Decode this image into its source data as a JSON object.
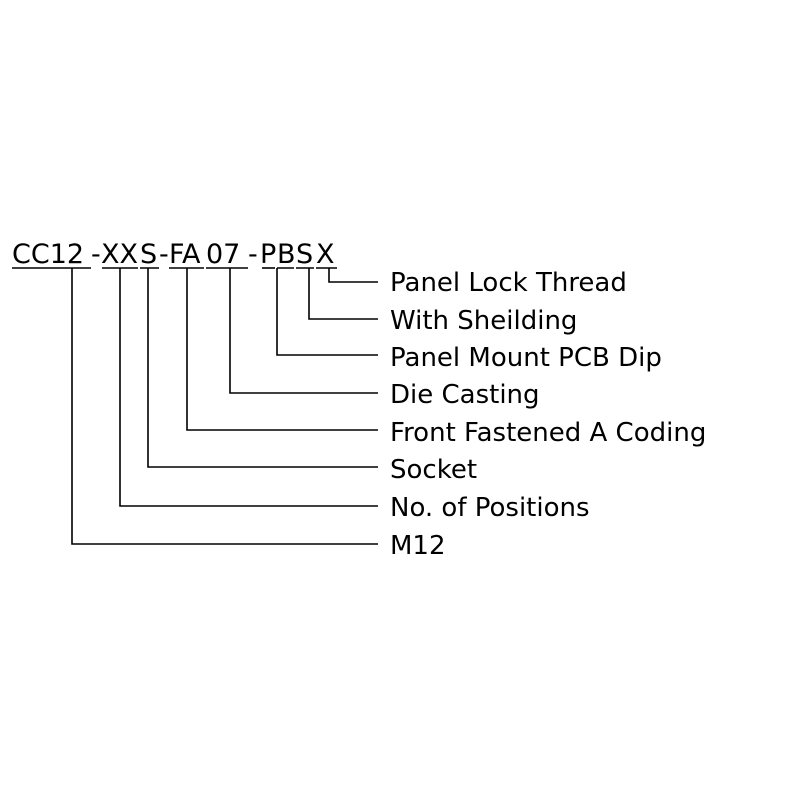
{
  "part_number": {
    "segments": [
      {
        "text": "CC12",
        "underlined": true
      },
      {
        "text": "-",
        "underlined": false
      },
      {
        "text": "XX",
        "underlined": true
      },
      {
        "text": "S",
        "underlined": true
      },
      {
        "text": "-",
        "underlined": false
      },
      {
        "text": "FA",
        "underlined": true
      },
      {
        "text": "07",
        "underlined": true
      },
      {
        "text": "-",
        "underlined": false
      },
      {
        "text": "P",
        "underlined": true
      },
      {
        "text": "B",
        "underlined": true
      },
      {
        "text": "S",
        "underlined": true
      },
      {
        "text": "X",
        "underlined": true
      }
    ]
  },
  "labels": [
    "Panel Lock Thread",
    "With Sheilding",
    "Panel Mount PCB Dip",
    "Die Casting",
    "Front Fastened A Coding",
    "Socket",
    "No. of Positions",
    "M12"
  ],
  "colors": {
    "ink": "#000000",
    "background": "#ffffff"
  }
}
